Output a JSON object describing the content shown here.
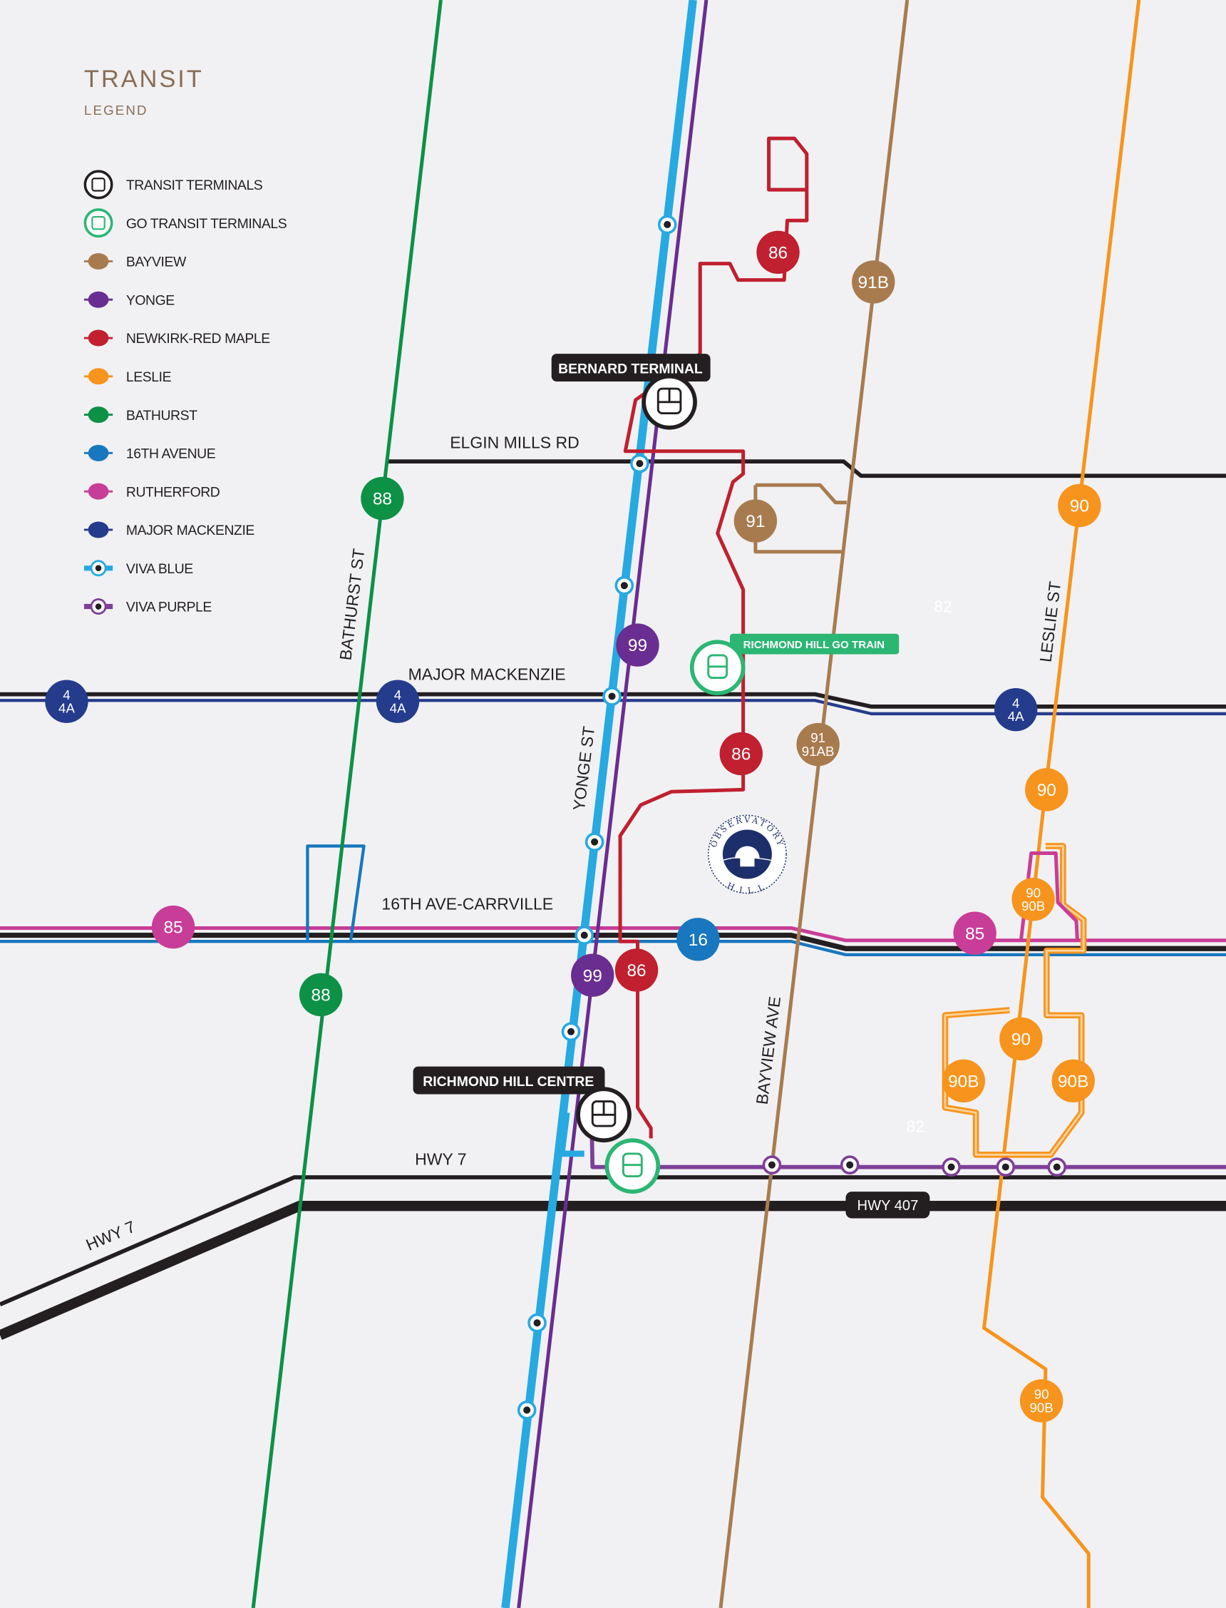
{
  "legend": {
    "title": "TRANSIT",
    "subtitle": "LEGEND",
    "items": [
      {
        "label": "TRANSIT TERMINALS",
        "icon": "bus-terminal-icon",
        "color": "#231f20"
      },
      {
        "label": "GO TRANSIT TERMINALS",
        "icon": "train-terminal-icon",
        "color": "#2bb673"
      },
      {
        "label": "BAYVIEW",
        "color": "#a87b4f"
      },
      {
        "label": "YONGE",
        "color": "#6a2d91"
      },
      {
        "label": "NEWKIRK-RED MAPLE",
        "color": "#c0202f"
      },
      {
        "label": "LESLIE",
        "color": "#f7941d"
      },
      {
        "label": "BATHURST",
        "color": "#0c9146"
      },
      {
        "label": "16TH AVENUE",
        "color": "#1877be"
      },
      {
        "label": "RUTHERFORD",
        "color": "#c83d97"
      },
      {
        "label": "MAJOR MACKENZIE",
        "color": "#253b8c"
      },
      {
        "label": "VIVA BLUE",
        "color": "#27a9e1"
      },
      {
        "label": "VIVA PURPLE",
        "color": "#7e3f98"
      }
    ]
  },
  "roads": {
    "elgin": "ELGIN MILLS RD",
    "major_mackenzie": "MAJOR MACKENZIE",
    "sixteenth": "16TH AVE-CARRVILLE",
    "hwy7": "HWY 7",
    "hwy7_west": "HWY 7",
    "hwy407": "HWY 407",
    "bathurst": "BATHURST ST",
    "yonge": "YONGE ST",
    "bayview": "BAYVIEW AVE",
    "leslie": "LESLIE ST",
    "route82_north": "82",
    "route82_south": "82"
  },
  "terminals": {
    "bernard": "BERNARD TERMINAL",
    "richmond_hill_centre": "RICHMOND HILL CENTRE",
    "richmond_hill_go": "RICHMOND HILL GO TRAIN"
  },
  "landmark": {
    "name_top": "OBSERVATORY",
    "name_bottom": "HILL"
  },
  "badges": [
    {
      "l1": "86",
      "color": "#c0202f"
    },
    {
      "l1": "91B",
      "color": "#a87b4f"
    },
    {
      "l1": "88",
      "color": "#0c9146"
    },
    {
      "l1": "91",
      "color": "#a87b4f"
    },
    {
      "l1": "90",
      "color": "#f7941d"
    },
    {
      "l1": "99",
      "color": "#6a2d91"
    },
    {
      "l1": "4",
      "l2": "4A",
      "color": "#253b8c"
    },
    {
      "l1": "4",
      "l2": "4A",
      "color": "#253b8c"
    },
    {
      "l1": "4",
      "l2": "4A",
      "color": "#253b8c"
    },
    {
      "l1": "91",
      "l2": "91AB",
      "color": "#a87b4f"
    },
    {
      "l1": "86",
      "color": "#c0202f"
    },
    {
      "l1": "90",
      "color": "#f7941d"
    },
    {
      "l1": "90",
      "l2": "90B",
      "color": "#f7941d"
    },
    {
      "l1": "85",
      "color": "#c83d97"
    },
    {
      "l1": "85",
      "color": "#c83d97"
    },
    {
      "l1": "16",
      "color": "#1877be"
    },
    {
      "l1": "99",
      "color": "#6a2d91"
    },
    {
      "l1": "86",
      "color": "#c0202f"
    },
    {
      "l1": "88",
      "color": "#0c9146"
    },
    {
      "l1": "90",
      "color": "#f7941d"
    },
    {
      "l1": "90B",
      "color": "#f7941d"
    },
    {
      "l1": "90B",
      "color": "#f7941d"
    },
    {
      "l1": "90",
      "l2": "90B",
      "color": "#f7941d"
    }
  ]
}
